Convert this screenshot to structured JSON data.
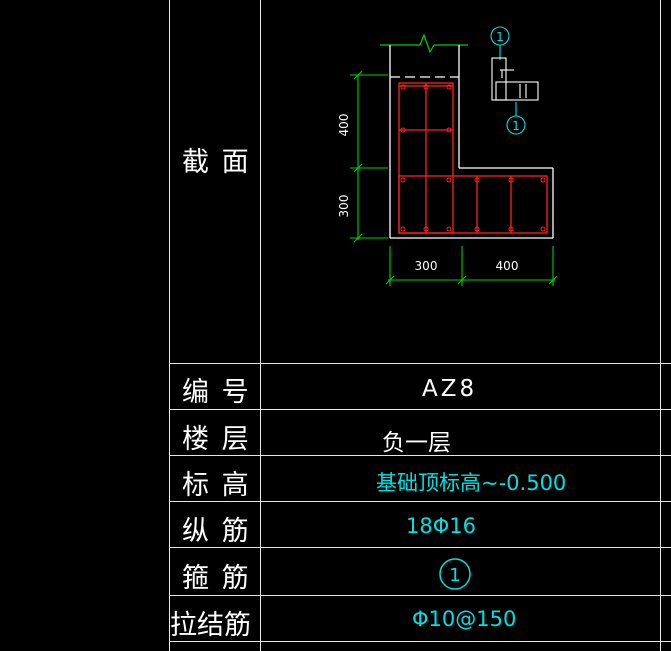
{
  "labels": {
    "section": "截 面",
    "number": "编 号",
    "floor": "楼 层",
    "elevation": "标 高",
    "longitudinal": "纵 筋",
    "stirrup": "箍 筋",
    "tie_bar": "拉结筋"
  },
  "values": {
    "number": "AZ8",
    "floor": "负一层",
    "elevation": "基础顶标高~-0.500",
    "longitudinal": "18Φ16",
    "stirrup_mark": "1",
    "tie_bar": "Φ10@150"
  },
  "drawing": {
    "dim_400_left": "400",
    "dim_300_left": "300",
    "dim_300_bottom": "300",
    "dim_400_bottom": "400",
    "detail_mark_top": "1",
    "detail_mark_bottom": "1"
  },
  "colors": {
    "grid": "#e6e6e6",
    "label": "#ffffff",
    "value_white": "#ffffff",
    "value_cyan": "#00e0e0",
    "dimension": "#00d000",
    "rebar": "#ff2020",
    "outline": "#ffffff"
  }
}
